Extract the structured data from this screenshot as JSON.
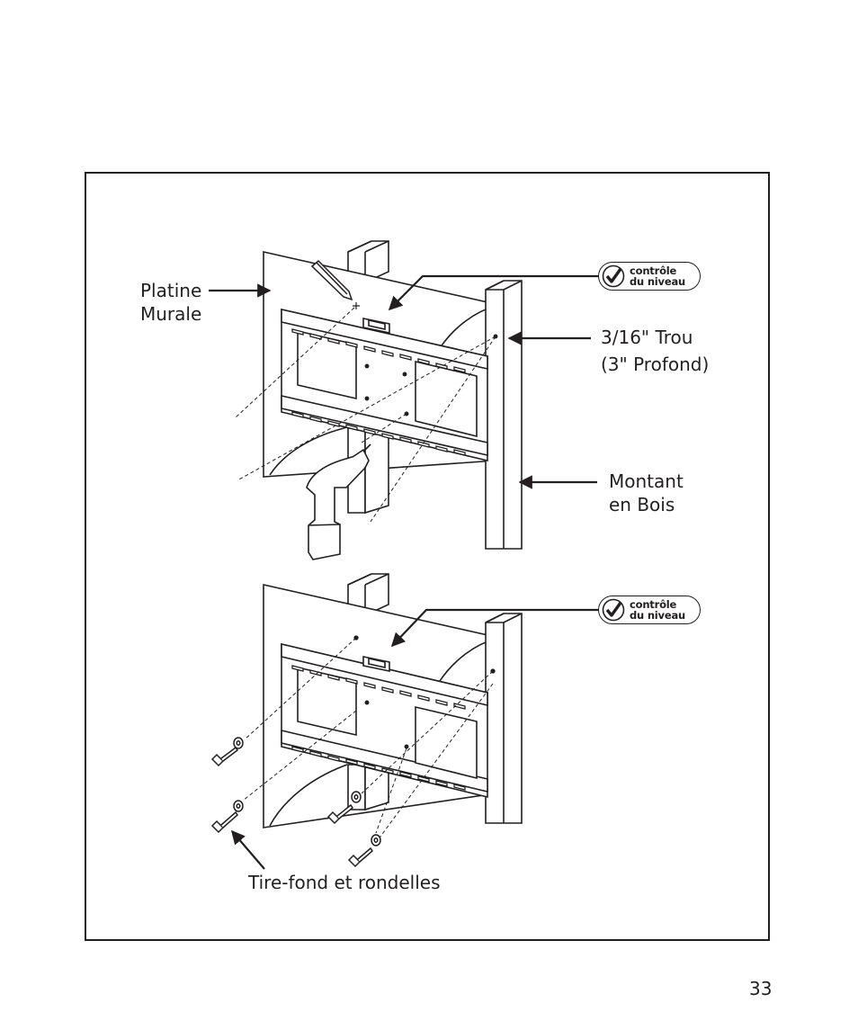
{
  "labels": {
    "wall_plate_line1": "Platine",
    "wall_plate_line2": "Murale",
    "hole_line1": "3/16\" Trou",
    "hole_line2": "(3\" Profond)",
    "stud_line1": "Montant",
    "stud_line2": "en Bois",
    "lag_bolts": "Tire-fond et rondelles"
  },
  "level_badge": {
    "line1": "contrôle",
    "line2": "du niveau",
    "icon": "checkmark-icon"
  },
  "page_number": "33",
  "colors": {
    "ink": "#231f20",
    "paper": "#ffffff"
  }
}
